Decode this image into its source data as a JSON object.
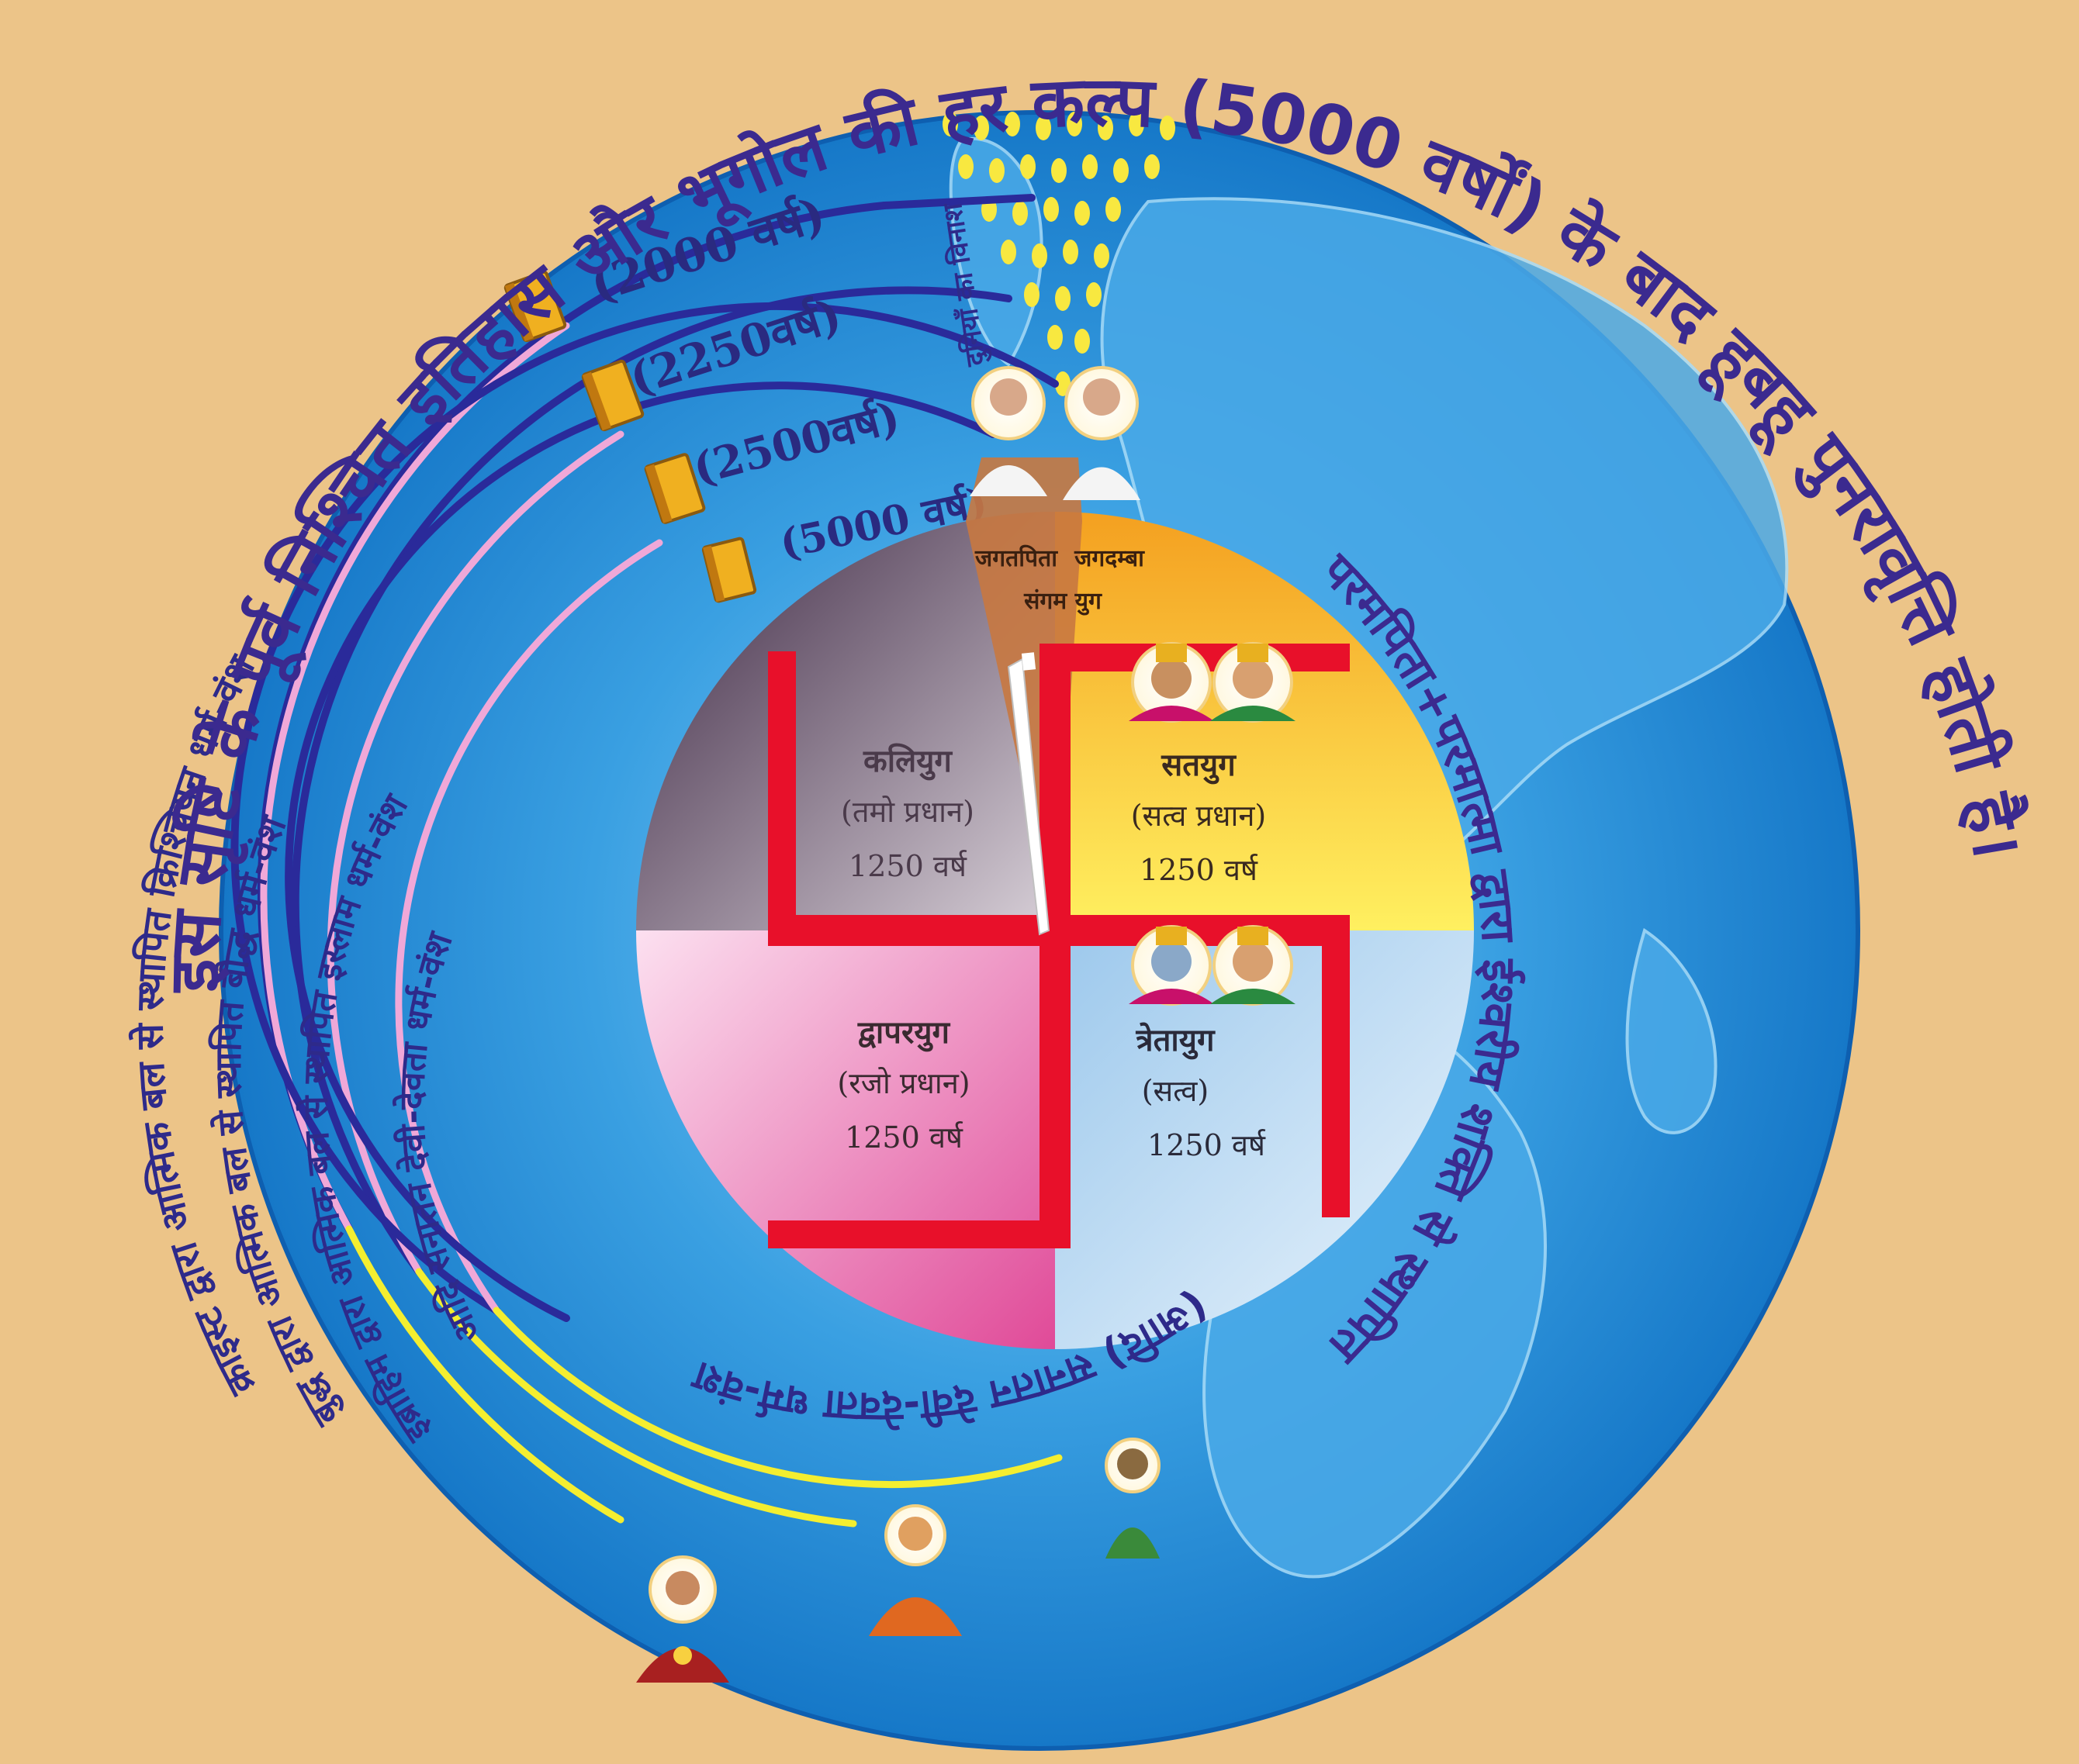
{
  "title_arc": "इस सृष्टि के पूर्व निश्चित इतिहास और भूगोल की हर कल्प (5000 वर्षों) के बाद हूबहू पुनरावृत्ति होती है।",
  "right_arc": "परमपिता+परमात्मा द्वारा ईश्वरीय शक्ति से स्थापित",
  "bottom_arc": "(आदि) सनातन देवी-देवता धर्म-वंश",
  "vinash_label": "दुनियाँ का विनाश",
  "bands": [
    {
      "text": "क्राइस्ट द्वारा आत्मिक बल से स्थापित क्रिश्चियन धर्म-वंश",
      "years": "(2000 वर्ष)"
    },
    {
      "text": "बुद्ध द्वारा आत्मिक बल से स्थापित बौद्ध धर्म-वंश",
      "years": "(2250वर्ष)"
    },
    {
      "text": "इब्राहिम द्वारा आत्मिक बल से स्थापित इस्लाम धर्म-वंश",
      "years": "(2500वर्ष)"
    },
    {
      "text": "आदि सनातन देवी-देवता धर्म-वंश",
      "years": "(5000 वर्ष)"
    }
  ],
  "sangam": {
    "left": "जगतपिता",
    "right": "जगदम्बा",
    "line": "संगम  युग"
  },
  "yugas": {
    "kali": {
      "name": "कलियुग",
      "quality": "(तमो प्रधान)",
      "years": "1250 वर्ष"
    },
    "sat": {
      "name": "सतयुग",
      "quality": "(सत्व प्रधान)",
      "years": "1250 वर्ष"
    },
    "dwapar": {
      "name": "द्वापरयुग",
      "quality": "(रजो प्रधान)",
      "years": "1250 वर्ष"
    },
    "treta": {
      "name": "त्रेतायुग",
      "quality": "(सत्व)",
      "years": "1250 वर्ष"
    }
  },
  "colors": {
    "background": "#ecc488",
    "globe_outer": "#1a86d4",
    "globe_inner": "#5fb8ee",
    "swastika": "#e8102a",
    "arc_text": "#3b2a8f",
    "band_dark": "#2a2a9a",
    "band_pink": "#f0a8d8",
    "band_yellow": "#f4ee30",
    "book": "#f0b020"
  }
}
